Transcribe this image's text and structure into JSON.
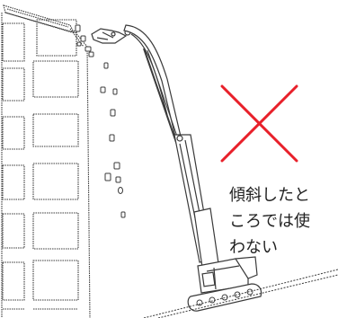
{
  "caption": {
    "lines": [
      "傾斜したと",
      "ころでは使",
      "わない"
    ]
  },
  "icons": {
    "prohibition": "red-x-mark-icon",
    "machine": "long-reach-demolition-excavator",
    "building": "multistory-building-wall"
  },
  "colors": {
    "prohibition_mark": "#e8202a",
    "line_art": "#3a3a3a",
    "background": "#ffffff"
  }
}
